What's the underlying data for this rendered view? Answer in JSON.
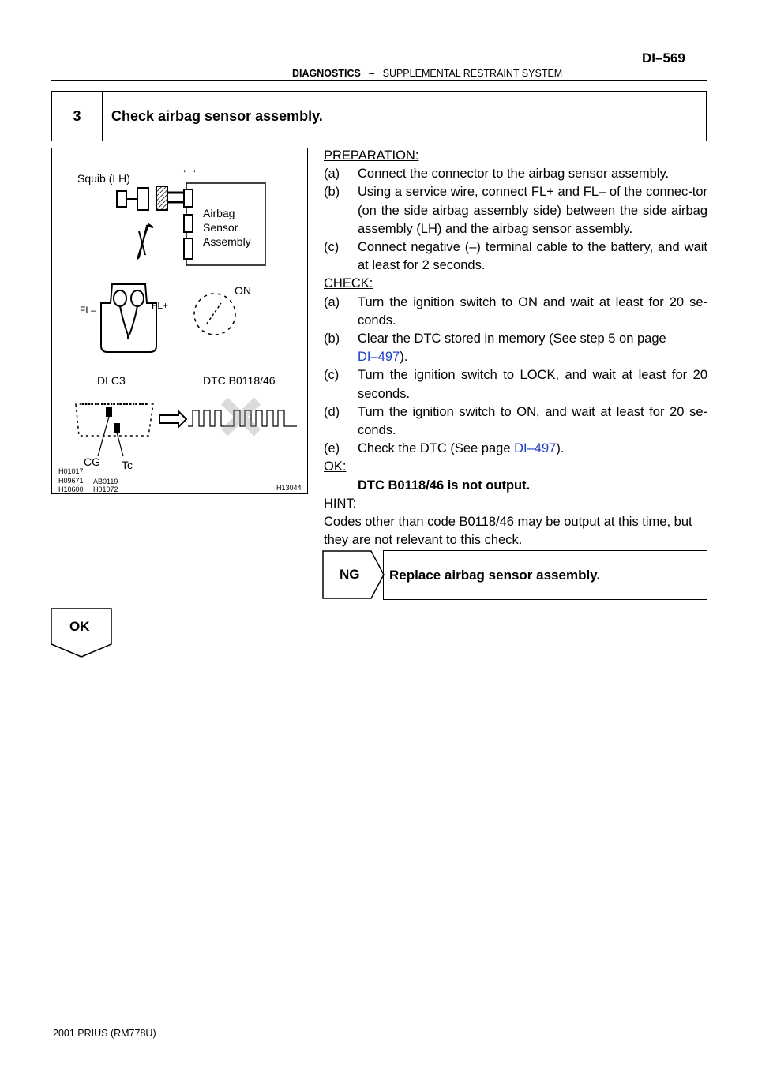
{
  "header": {
    "page_id": "DI–569",
    "section": "DIAGNOSTICS",
    "separator": "–",
    "subsection": "SUPPLEMENTAL RESTRAINT SYSTEM"
  },
  "step": {
    "number": "3",
    "title": "Check airbag sensor assembly."
  },
  "figure": {
    "squib_label": "Squib (LH)",
    "arrows": "→ ←",
    "airbag_line1": "Airbag",
    "airbag_line2": "Sensor",
    "airbag_line3": "Assembly",
    "on_label": "ON",
    "fl_minus": "FL–",
    "fl_plus": "FL+",
    "dlc3": "DLC3",
    "dtc": "DTC B0118/46",
    "cg": "CG",
    "tc": "Tc",
    "ref1": "H01017",
    "ref2": "H09671",
    "ref3": "H10600",
    "ref4": "AB0119",
    "ref5": "H01072",
    "ref6": "H13044"
  },
  "preparation": {
    "heading": "PREPARATION:",
    "items": [
      {
        "label": "(a)",
        "text": "Connect the connector to the airbag sensor assembly."
      },
      {
        "label": "(b)",
        "text": "Using a service wire, connect FL+ and FL– of the connec-tor (on the side airbag assembly side) between the side airbag assembly (LH) and the airbag sensor assembly."
      },
      {
        "label": "(c)",
        "text": "Connect negative (–) terminal cable to the battery, and wait at least for 2 seconds."
      }
    ]
  },
  "check": {
    "heading": "CHECK:",
    "a_label": "(a)",
    "a_text": "Turn the ignition switch to ON and wait at least for 20 se-conds.",
    "b_label": "(b)",
    "b_text": "Clear the DTC stored in memory (See step 5 on page",
    "b_link": "DI–497",
    "b_end": ").",
    "c_label": "(c)",
    "c_text": "Turn the ignition switch to LOCK, and wait at least for 20 seconds.",
    "d_label": "(d)",
    "d_text": "Turn the ignition switch to ON, and wait at least for 20 se-conds.",
    "e_label": "(e)",
    "e_text": "Check the DTC (See page ",
    "e_link": "DI–497",
    "e_end": ")."
  },
  "ok": {
    "heading": "OK:",
    "text": "DTC B0118/46 is not output."
  },
  "hint": {
    "heading": "HINT:",
    "text": "Codes other than code B0118/46 may be output at this time, but they are not relevant to this check."
  },
  "ng": {
    "label": "NG",
    "action": "Replace airbag sensor assembly."
  },
  "ok_arrow": "OK",
  "footer": "2001 PRIUS   (RM778U)"
}
